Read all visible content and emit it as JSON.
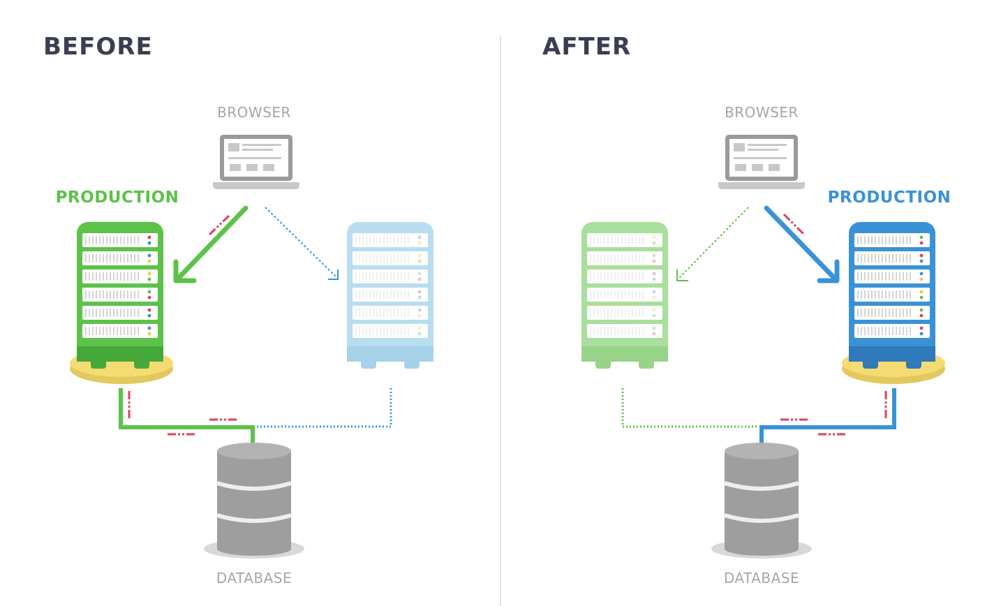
{
  "panels": [
    {
      "title": "BEFORE",
      "browser_label": "BROWSER",
      "production_label": "PRODUCTION",
      "database_label": "DATABASE",
      "production_side": "left",
      "production_color": "#5cc24a"
    },
    {
      "title": "AFTER",
      "browser_label": "BROWSER",
      "production_label": "PRODUCTION",
      "database_label": "DATABASE",
      "production_side": "right",
      "production_color": "#3a92d6"
    }
  ],
  "colors": {
    "green": "#5cc24a",
    "green_light": "#a9df9c",
    "blue": "#3a92d6",
    "blue_light": "#b8ddf0",
    "platform": "#f4dc72",
    "packets": "#e0405a",
    "divider": "#e3e3e3"
  }
}
